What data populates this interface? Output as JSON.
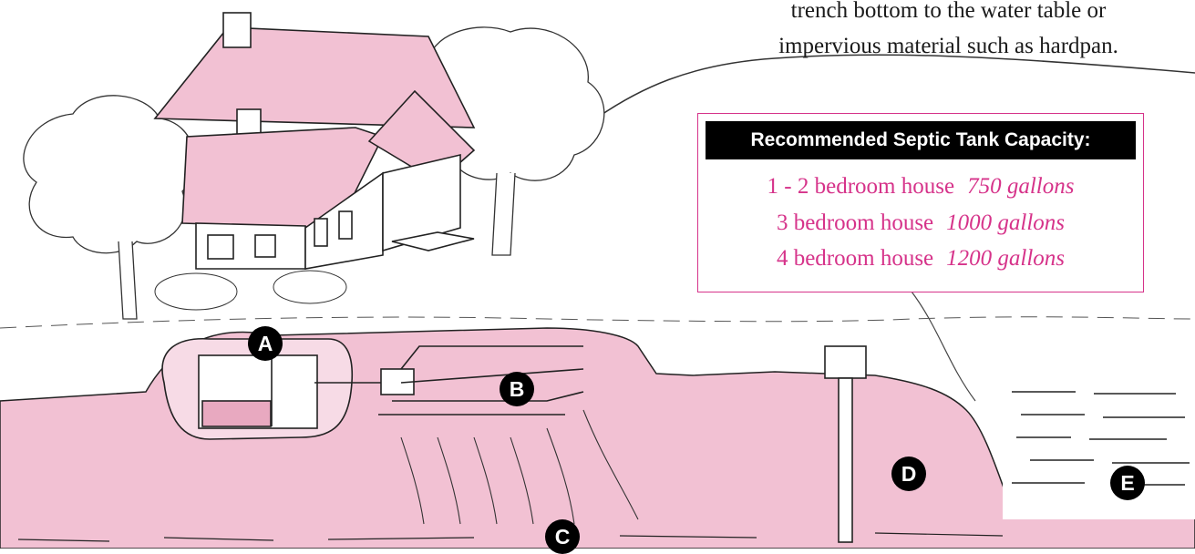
{
  "caption": {
    "lines": [
      "trench bottom to the water table or",
      "impervious material such as hardpan."
    ]
  },
  "capacity_box": {
    "title": "Recommended Septic Tank Capacity:",
    "rows": [
      {
        "house": "1 - 2 bedroom house",
        "gallons": "750 gallons"
      },
      {
        "house": "3 bedroom house",
        "gallons": "1000 gallons"
      },
      {
        "house": "4 bedroom house",
        "gallons": "1200 gallons"
      }
    ],
    "accent_color": "#d6338a"
  },
  "markers": [
    "A",
    "B",
    "C",
    "D",
    "E"
  ],
  "colors": {
    "roof_soil": "#f2c1d3",
    "ink": "#111111",
    "water": "#ffffff"
  }
}
